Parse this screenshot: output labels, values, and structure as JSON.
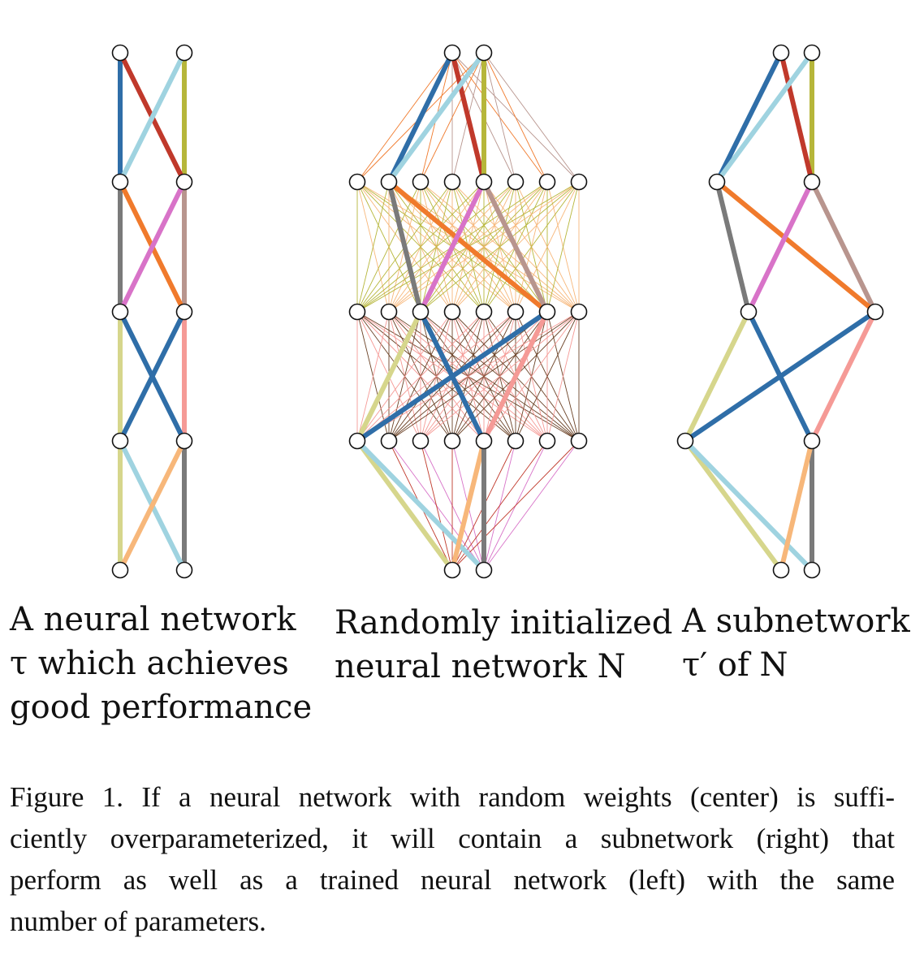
{
  "figure": {
    "panels": [
      {
        "id": "left",
        "label_lines": [
          "A neural network",
          "τ which achieves",
          "good performance"
        ]
      },
      {
        "id": "center",
        "label_lines": [
          "Randomly initialized",
          "neural network N"
        ]
      },
      {
        "id": "right",
        "label_lines": [
          "A subnetwork",
          "τ′ of N"
        ]
      }
    ],
    "colors": {
      "blue": "#2f6ea8",
      "red": "#c0392b",
      "lightblue": "#9fd3e0",
      "olive": "#b6b63a",
      "gray": "#7a7a7a",
      "orange": "#f07a2c",
      "pink": "#d873c8",
      "tan": "#b8958e",
      "khaki": "#d6d68c",
      "salmon": "#f59a96",
      "peach": "#f7b77a"
    }
  },
  "caption": {
    "lines": [
      "Figure 1. If a neural network with random weights (center) is suffi-",
      "ciently overparameterized, it will contain a subnetwork (right) that",
      "perform as well as a trained neural network (left) with the same",
      "number of parameters."
    ]
  }
}
